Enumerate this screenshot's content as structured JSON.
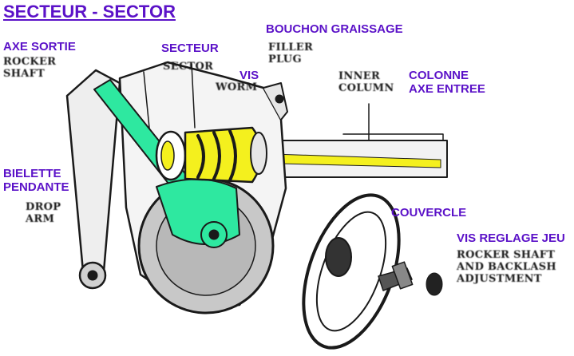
{
  "title": "SECTEUR - SECTOR",
  "colors": {
    "label": "#5b12c8",
    "sector_highlight": "#2ee8a0",
    "worm_highlight": "#f4f01e",
    "housing": "#c8c8c8",
    "outline": "#1a1a1a"
  },
  "labels": {
    "axe_sortie": [
      "AXE SORTIE"
    ],
    "rocker_shaft": [
      "ROCKER",
      "SHAFT"
    ],
    "secteur": [
      "SECTEUR"
    ],
    "sector": [
      "SECTOR"
    ],
    "vis": [
      "VIS"
    ],
    "worm": [
      "WORM"
    ],
    "bouchon": [
      "BOUCHON GRAISSAGE"
    ],
    "filler_plug": [
      "FILLER",
      "PLUG"
    ],
    "inner_column": [
      "INNER",
      "COLUMN"
    ],
    "colonne": [
      "COLONNE",
      "AXE ENTREE"
    ],
    "bielette": [
      "BIELETTE",
      "PENDANTE"
    ],
    "drop_arm": [
      "DROP",
      "ARM"
    ],
    "couvercle": [
      "COUVERCLE"
    ],
    "vis_reglage": [
      "VIS REGLAGE JEU"
    ],
    "rocker_adjust": [
      "ROCKER SHAFT",
      "AND BACKLASH",
      "ADJUSTMENT"
    ]
  }
}
